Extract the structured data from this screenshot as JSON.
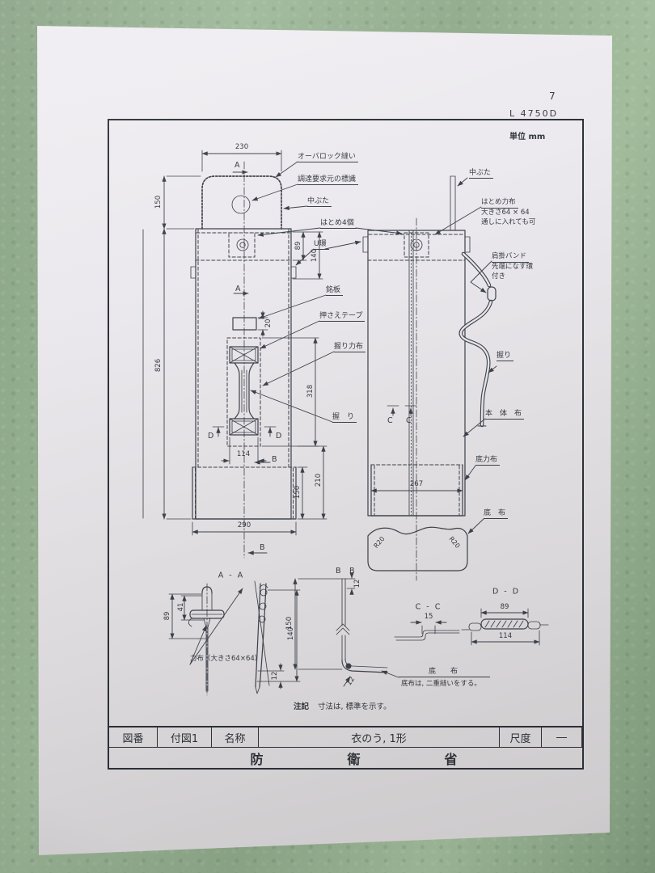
{
  "page": {
    "number": "7",
    "code": "L 4750D",
    "unit": "単位 mm"
  },
  "front": {
    "labels": {
      "overlock": "オーバロック縫い",
      "marker": "調達要求元の標識",
      "nakabuta": "中ぶた",
      "hatome4": "はとめ4個",
      "uring": "U環",
      "meiban": "銘板",
      "osae_tape": "押さえテープ",
      "nigiri_chikara": "握り力布",
      "nigiri": "握　り"
    },
    "dims": {
      "w230": "230",
      "h150": "150",
      "h826": "826",
      "v89": "89",
      "v140": "140",
      "p20": "20",
      "v318": "318",
      "w114": "114",
      "ph150": "150",
      "ph210": "210",
      "pw290": "290"
    }
  },
  "rear": {
    "labels": {
      "nakabuta": "中ぶた",
      "hatome_line1": "はとめ力布",
      "hatome_line2": "大きさ64 × 64",
      "hatome_line3": "通しに入れても可",
      "strap_line1": "肩掛バンド",
      "strap_line2": "先端になす環",
      "strap_line3": "付き",
      "nigiri": "握り",
      "body_cloth": "本　体　布",
      "bottom_reinforce": "底力布",
      "bottom_cloth": "底　布"
    },
    "dims": {
      "w267": "267"
    },
    "r20": "R20"
  },
  "sections": {
    "aa": {
      "title": "A - A",
      "d89": "89",
      "d41": "41",
      "chikara": "力布（大きさ64×64）",
      "d140": "140",
      "d12": "12"
    },
    "bb": {
      "title_l": "B",
      "title_r": "B",
      "d150": "150",
      "d12top": "12",
      "d12bot": "12",
      "soko_label": "底　　布",
      "soko_note": "底布は, 二重縫いをする。"
    },
    "cc": {
      "title": "C - C",
      "d15": "15"
    },
    "dd": {
      "title": "D - D",
      "d89": "89",
      "d114": "114"
    }
  },
  "marks": {
    "a": "A",
    "b": "B",
    "c": "C",
    "d": "D"
  },
  "note": {
    "prefix": "注記",
    "text": "寸法は, 標準を示す。"
  },
  "title_block": {
    "col1_label": "図番",
    "col1_value": "付図1",
    "col2_label": "名称",
    "col2_value": "衣のう, 1形",
    "col3_label": "尺度",
    "col3_value": "―",
    "org1": "防",
    "org2": "衛",
    "org3": "省"
  }
}
